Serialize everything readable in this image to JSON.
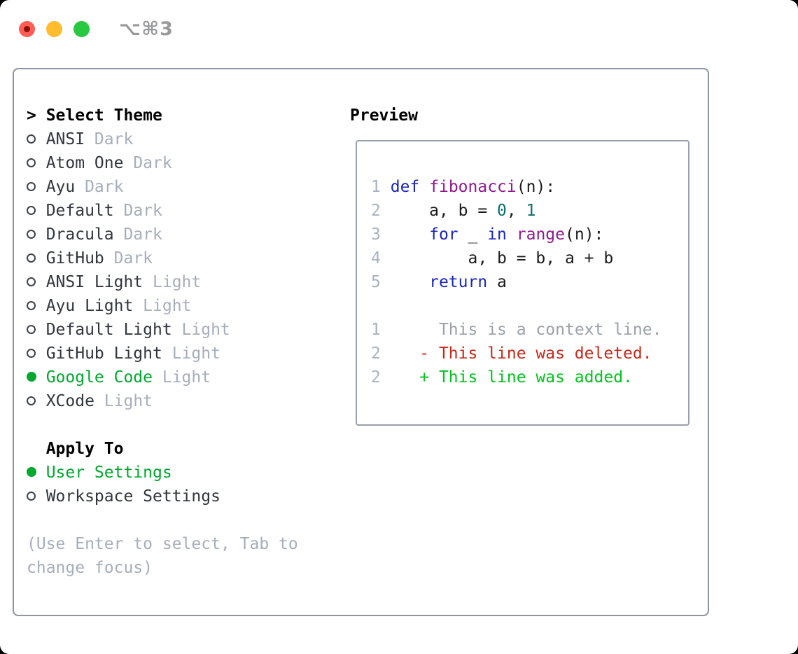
{
  "colors": {
    "sel": "#00a82f",
    "del": "#c5291a",
    "addc": "#00c41d",
    "kw": "#1b27b5",
    "fn": "#8f1a8f",
    "lit": "#0c6e6e",
    "ctx": "#9aa1a8",
    "linenum": "#a8b1bf",
    "muted": "#a6aebb",
    "dark": "#30363c",
    "border-panel": "#8c95a1",
    "border-preview": "#98a1ac",
    "tl-red": "#ff5e57",
    "tl-yellow": "#febc2e",
    "tl-green": "#28c840"
  },
  "window": {
    "shortcut": "⌥⌘3"
  },
  "theme_list": {
    "prompt": ">",
    "header": "Select Theme",
    "items": [
      {
        "name": "ANSI",
        "variant": "Dark",
        "selected": false
      },
      {
        "name": "Atom One",
        "variant": "Dark",
        "selected": false
      },
      {
        "name": "Ayu",
        "variant": "Dark",
        "selected": false
      },
      {
        "name": "Default",
        "variant": "Dark",
        "selected": false
      },
      {
        "name": "Dracula",
        "variant": "Dark",
        "selected": false
      },
      {
        "name": "GitHub",
        "variant": "Dark",
        "selected": false
      },
      {
        "name": "ANSI Light",
        "variant": "Light",
        "selected": false
      },
      {
        "name": "Ayu Light",
        "variant": "Light",
        "selected": false
      },
      {
        "name": "Default Light",
        "variant": "Light",
        "selected": false
      },
      {
        "name": "GitHub Light",
        "variant": "Light",
        "selected": false
      },
      {
        "name": "Google Code",
        "variant": "Light",
        "selected": true
      },
      {
        "name": "XCode",
        "variant": "Light",
        "selected": false
      }
    ]
  },
  "apply_to": {
    "header": "Apply To",
    "items": [
      {
        "name": "User Settings",
        "selected": true
      },
      {
        "name": "Workspace Settings",
        "selected": false
      }
    ]
  },
  "preview": {
    "title": "Preview",
    "lines": [
      [
        {
          "t": "1",
          "c": "ln"
        },
        {
          "t": " "
        },
        {
          "t": "def",
          "c": "kw"
        },
        {
          "t": " "
        },
        {
          "t": "fibonacci",
          "c": "fn"
        },
        {
          "t": "(n):"
        }
      ],
      [
        {
          "t": "2",
          "c": "ln"
        },
        {
          "t": "     a, b = "
        },
        {
          "t": "0",
          "c": "lit"
        },
        {
          "t": ", "
        },
        {
          "t": "1",
          "c": "lit"
        }
      ],
      [
        {
          "t": "3",
          "c": "ln"
        },
        {
          "t": "     "
        },
        {
          "t": "for",
          "c": "kw"
        },
        {
          "t": " _ "
        },
        {
          "t": "in",
          "c": "kw"
        },
        {
          "t": " "
        },
        {
          "t": "range",
          "c": "fn"
        },
        {
          "t": "(n):"
        }
      ],
      [
        {
          "t": "4",
          "c": "ln"
        },
        {
          "t": "         a, b = b, a + b"
        }
      ],
      [
        {
          "t": "5",
          "c": "ln"
        },
        {
          "t": "     "
        },
        {
          "t": "return",
          "c": "kw"
        },
        {
          "t": " a"
        }
      ],
      [
        {
          "t": ""
        }
      ],
      [
        {
          "t": "1",
          "c": "ln"
        },
        {
          "t": "      "
        },
        {
          "t": "This is a context line.",
          "c": "ctx"
        }
      ],
      [
        {
          "t": "2",
          "c": "ln"
        },
        {
          "t": "    "
        },
        {
          "t": "- This line was deleted.",
          "c": "del"
        }
      ],
      [
        {
          "t": "2",
          "c": "ln"
        },
        {
          "t": "    "
        },
        {
          "t": "+ This line was added.",
          "c": "add"
        }
      ]
    ]
  },
  "help": {
    "line1": "(Use Enter to select, Tab to",
    "line2": "change focus)"
  }
}
